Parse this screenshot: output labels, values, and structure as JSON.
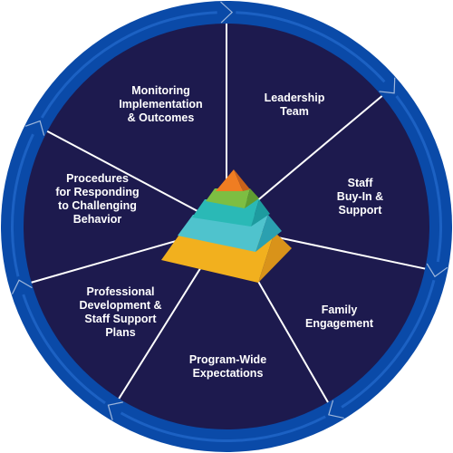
{
  "colors": {
    "ring": "#0a4aa8",
    "ring_highlight": "#2c74d8",
    "disc": "#1d1a4e",
    "divider": "#ffffff",
    "label_text": "#ffffff",
    "pyramid_orange": "#ef7d22",
    "pyramid_green": "#7dbe42",
    "pyramid_teal": "#2ab9b6",
    "pyramid_cyan": "#4fc3cd",
    "pyramid_gold": "#f2b01e"
  },
  "segments": [
    {
      "lines": [
        "Leadership",
        "Team"
      ]
    },
    {
      "lines": [
        "Staff",
        "Buy-In &",
        "Support"
      ]
    },
    {
      "lines": [
        "Family",
        "Engagement"
      ]
    },
    {
      "lines": [
        "Program-Wide",
        "Expectations"
      ]
    },
    {
      "lines": [
        "Professional",
        "Development &",
        "Staff Support",
        "Plans"
      ]
    },
    {
      "lines": [
        "Procedures",
        "for Responding",
        "to Challenging",
        "Behavior"
      ]
    },
    {
      "lines": [
        "Monitoring",
        "Implementation",
        "& Outcomes"
      ]
    }
  ],
  "center_icon": "pyramid-icon"
}
